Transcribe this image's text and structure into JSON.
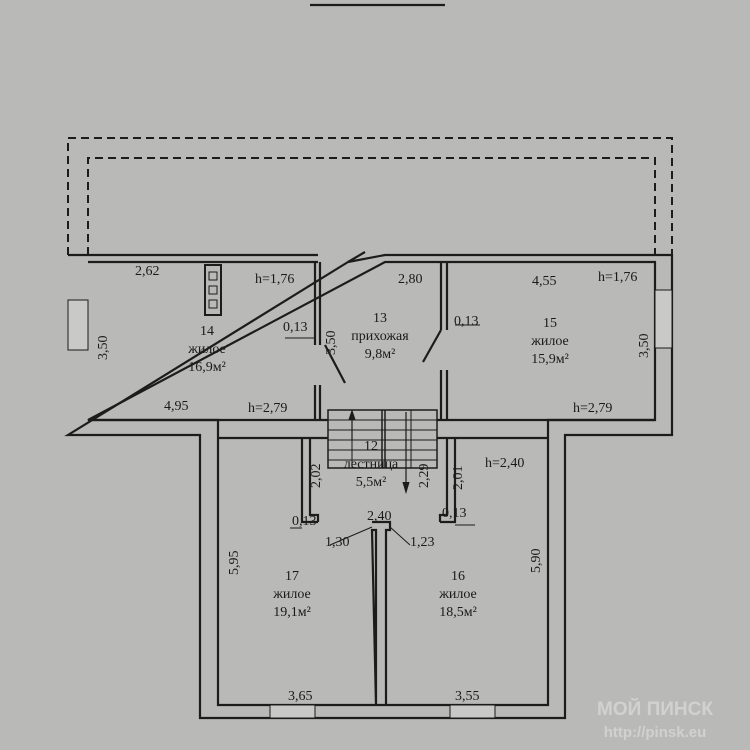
{
  "rooms": [
    {
      "number": "14",
      "name": "жилое",
      "area": "16,9м²"
    },
    {
      "number": "13",
      "name": "прихожая",
      "area": "9,8м²"
    },
    {
      "number": "15",
      "name": "жилое",
      "area": "15,9м²"
    },
    {
      "number": "12",
      "name": "лестница",
      "area": "5,5м²"
    },
    {
      "number": "17",
      "name": "жилое",
      "area": "19,1м²"
    },
    {
      "number": "16",
      "name": "жилое",
      "area": "18,5м²"
    }
  ],
  "dimensions": {
    "d262": "2,62",
    "h176a": "h=1,76",
    "d280": "2,80",
    "d455": "4,55",
    "h176b": "h=1,76",
    "d350a": "3,50",
    "d013a": "0,13",
    "d350b": "3,50",
    "d013b": "0,13",
    "d350c": "3,50",
    "d495": "4,95",
    "h279a": "h=2,79",
    "h279b": "h=2,79",
    "d202": "2,02",
    "d229": "2,29",
    "d201": "2,01",
    "h240": "h=2,40",
    "d013c": "0,13",
    "d240": "2,40",
    "d013d": "0,13",
    "d130": "1,30",
    "d123": "1,23",
    "d595": "5,95",
    "d590": "5,90",
    "d365": "3,65",
    "d355": "3,55"
  },
  "watermark": {
    "brand": "МОЙ ПИНСК",
    "url": "http://pinsk.eu"
  }
}
